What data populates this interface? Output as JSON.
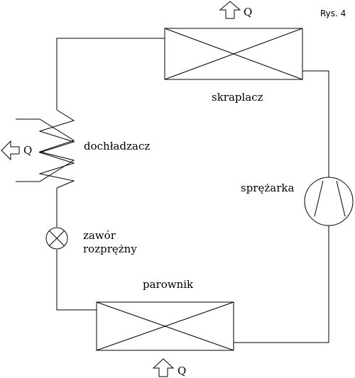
{
  "figure_label": "Rys. 4",
  "components": {
    "condenser": "skraplacz",
    "subcooler": "dochładzacz",
    "compressor": "sprężarka",
    "expansion_valve_line1": "zawór",
    "expansion_valve_line2": "rozprężny",
    "evaporator": "parownik"
  },
  "heat_flows": {
    "condenser_q": "Q",
    "subcooler_q": "Q",
    "evaporator_q": "Q"
  },
  "colors": {
    "line": "#000000",
    "background": "#ffffff"
  }
}
